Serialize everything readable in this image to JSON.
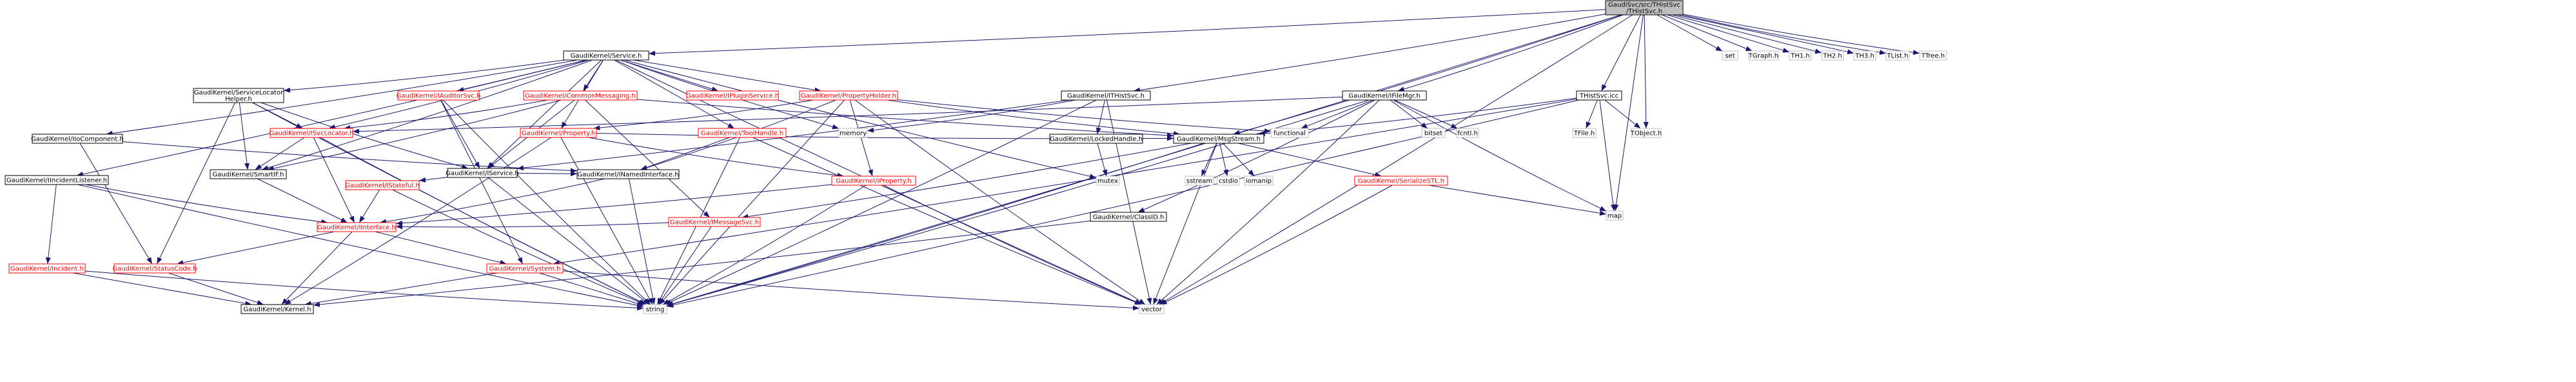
{
  "diagram": {
    "colors": {
      "edge": "#191970",
      "edge_secondary": "#404040",
      "box_root_fill": "#bfbfbf",
      "box_stroke_black": "#000000",
      "box_stroke_red": "#ff0000",
      "box_stroke_grey": "#bfbfbf",
      "text_black": "#000000",
      "text_red": "#ff0000"
    },
    "nodes": {
      "root": [
        "GaudiSvc/src/THistSvc",
        "/THistSvc.h"
      ],
      "service": "GaudiKernel/Service.h",
      "ihistsvc": "GaudiKernel/ITHistSvc.h",
      "ifilemgr": "GaudiKernel/IFileMgr.h",
      "thistsvcicc": "THistSvc.icc",
      "set": "set",
      "tgraph": "TGraph.h",
      "th1": "TH1.h",
      "th2": "TH2.h",
      "th3": "TH3.h",
      "tlist": "TList.h",
      "ttree": "TTree.h",
      "svclocatorhelper": [
        "GaudiKernel/ServiceLocator",
        "Helper.h"
      ],
      "iauditorsvc": "GaudiKernel/IAuditorSvc.h",
      "commonmessaging": "GaudiKernel/CommonMessaging.h",
      "ipluginservice": "GaudiKernel/IPluginService.h",
      "propertyholder": "GaudiKernel/PropertyHolder.h",
      "iocomponent": "GaudiKernel/IIoComponent.h",
      "isvclocator": "GaudiKernel/ISvcLocator.h",
      "iservice": "GaudiKernel/IService.h",
      "property": "GaudiKernel/Property.h",
      "memory": "memory",
      "lockedhandle": "GaudiKernel/LockedHandle.h",
      "functional": "functional",
      "msgstream": "GaudiKernel/MsgStream.h",
      "bitset": "bitset",
      "fcntl": "fcntl.h",
      "tfile": "TFile.h",
      "tobject": "TObject.h",
      "iincidentlistener": "GaudiKernel/IIncidentListener.h",
      "smartif": "GaudiKernel/SmartIF.h",
      "istateful": "GaudiKernel/IStateful.h",
      "inamedinterface": "GaudiKernel/INamedInterface.h",
      "toolhandle": "GaudiKernel/ToolHandle.h",
      "iproperty": "GaudiKernel/IProperty.h",
      "mutex": "mutex",
      "sstream": "sstream",
      "cstdio": "cstdio",
      "iomanip": "iomanip",
      "serializestl": "GaudiKernel/SerializeSTL.h",
      "map": "map",
      "imessagesvc": "GaudiKernel/IMessageSvc.h",
      "classid": "GaudiKernel/ClassID.h",
      "iinterface": "GaudiKernel/IInterface.h",
      "incident": "GaudiKernel/Incident.h",
      "statuscode": "GaudiKernel/StatusCode.h",
      "system": "GaudiKernel/System.h",
      "kernel": "GaudiKernel/Kernel.h",
      "string": "string",
      "vector": "vector"
    }
  }
}
